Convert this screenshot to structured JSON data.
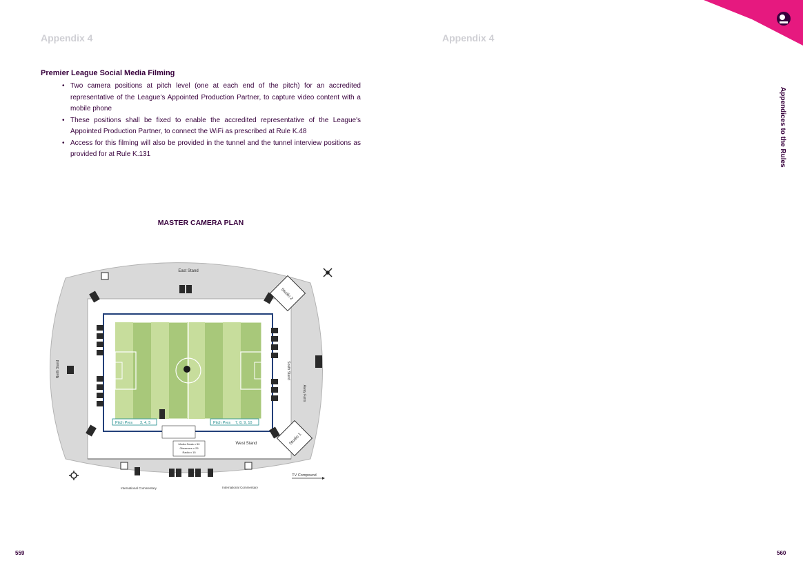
{
  "header": {
    "left_label": "Appendix 4",
    "right_label": "Appendix 4"
  },
  "side_label": "Appendices to the Rules",
  "section": {
    "title": "Premier League Social Media Filming",
    "bullets": [
      "Two camera positions at pitch level (one at each end of the pitch) for an accredited representative of the League's Appointed Production Partner, to capture video content with a mobile phone",
      "These positions shall be fixed to enable the accredited representative of the League's Appointed Production Partner, to connect the WiFi as prescribed at Rule K.48",
      "Access for this filming will also be provided in the tunnel and the tunnel interview positions as provided for at Rule K.131"
    ]
  },
  "plan": {
    "title": "MASTER CAMERA PLAN",
    "labels": {
      "east_stand": "East Stand",
      "west_stand": "West Stand",
      "north_stand": "North Stand",
      "south_stand": "South Stand",
      "away_fans": "Away Fans",
      "studio_1": "Studio 1",
      "studio_2": "Studio 2",
      "pitch_pres_left": "Pitch Pres",
      "pitch_pres_left_nums": "3, 4, 5",
      "pitch_pres_right": "Pitch Pres",
      "pitch_pres_right_nums": "7, 8, 9, 10",
      "media_seats": "Media Seats x 50",
      "observers": "Observers x 25",
      "radio": "Radio x 15",
      "intl_commentary_left": "International Commentary",
      "intl_commentary_right": "International Commentary",
      "tv_compound": "TV Compound"
    }
  },
  "footer": {
    "page_left": "559",
    "page_right": "560"
  },
  "colors": {
    "brand_purple": "#37003c",
    "brand_pink": "#e90052",
    "muted_label": "#cfcfd4",
    "pitch_green": "#a8c87a",
    "pitch_light": "#c7dd9c"
  }
}
